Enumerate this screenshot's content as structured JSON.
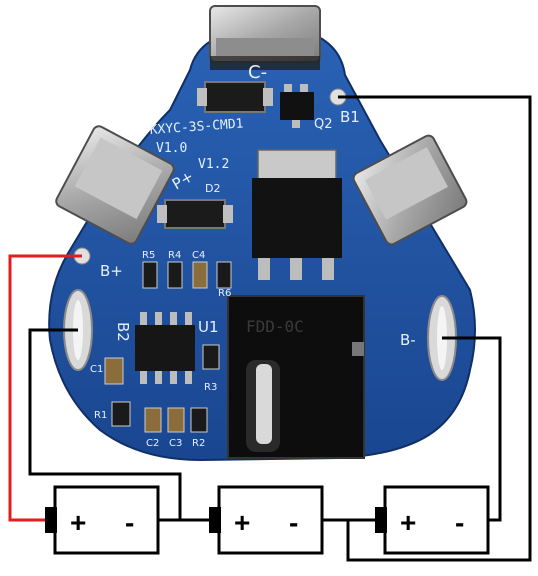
{
  "board": {
    "model": "KXYC-3S-CMD1",
    "version": "V1.0",
    "revision": "V1.2",
    "labels": {
      "c_minus": "C-",
      "p_plus": "P+",
      "b1": "B1",
      "b2": "B2",
      "b_plus": "B+",
      "b_minus": "B-",
      "q2": "Q2",
      "d2": "D2",
      "u1": "U1",
      "r5": "R5",
      "r4": "R4",
      "c4": "C4",
      "r6": "R6",
      "c1": "C1",
      "r1": "R1",
      "r2": "R2",
      "c2": "C2",
      "c3": "C3",
      "r3": "R3"
    },
    "chip_marking": "FDD-0C"
  },
  "cells": [
    {
      "plus": "+",
      "minus": "-"
    },
    {
      "plus": "+",
      "minus": "-"
    },
    {
      "plus": "+",
      "minus": "-"
    }
  ],
  "colors": {
    "pcb": "#1d4f9c",
    "pcb_dark": "#123a7a",
    "silkscreen": "#e6f0ff",
    "wire_black": "#000000",
    "wire_red": "#e01e1e",
    "metal": "#b9b9b9"
  }
}
